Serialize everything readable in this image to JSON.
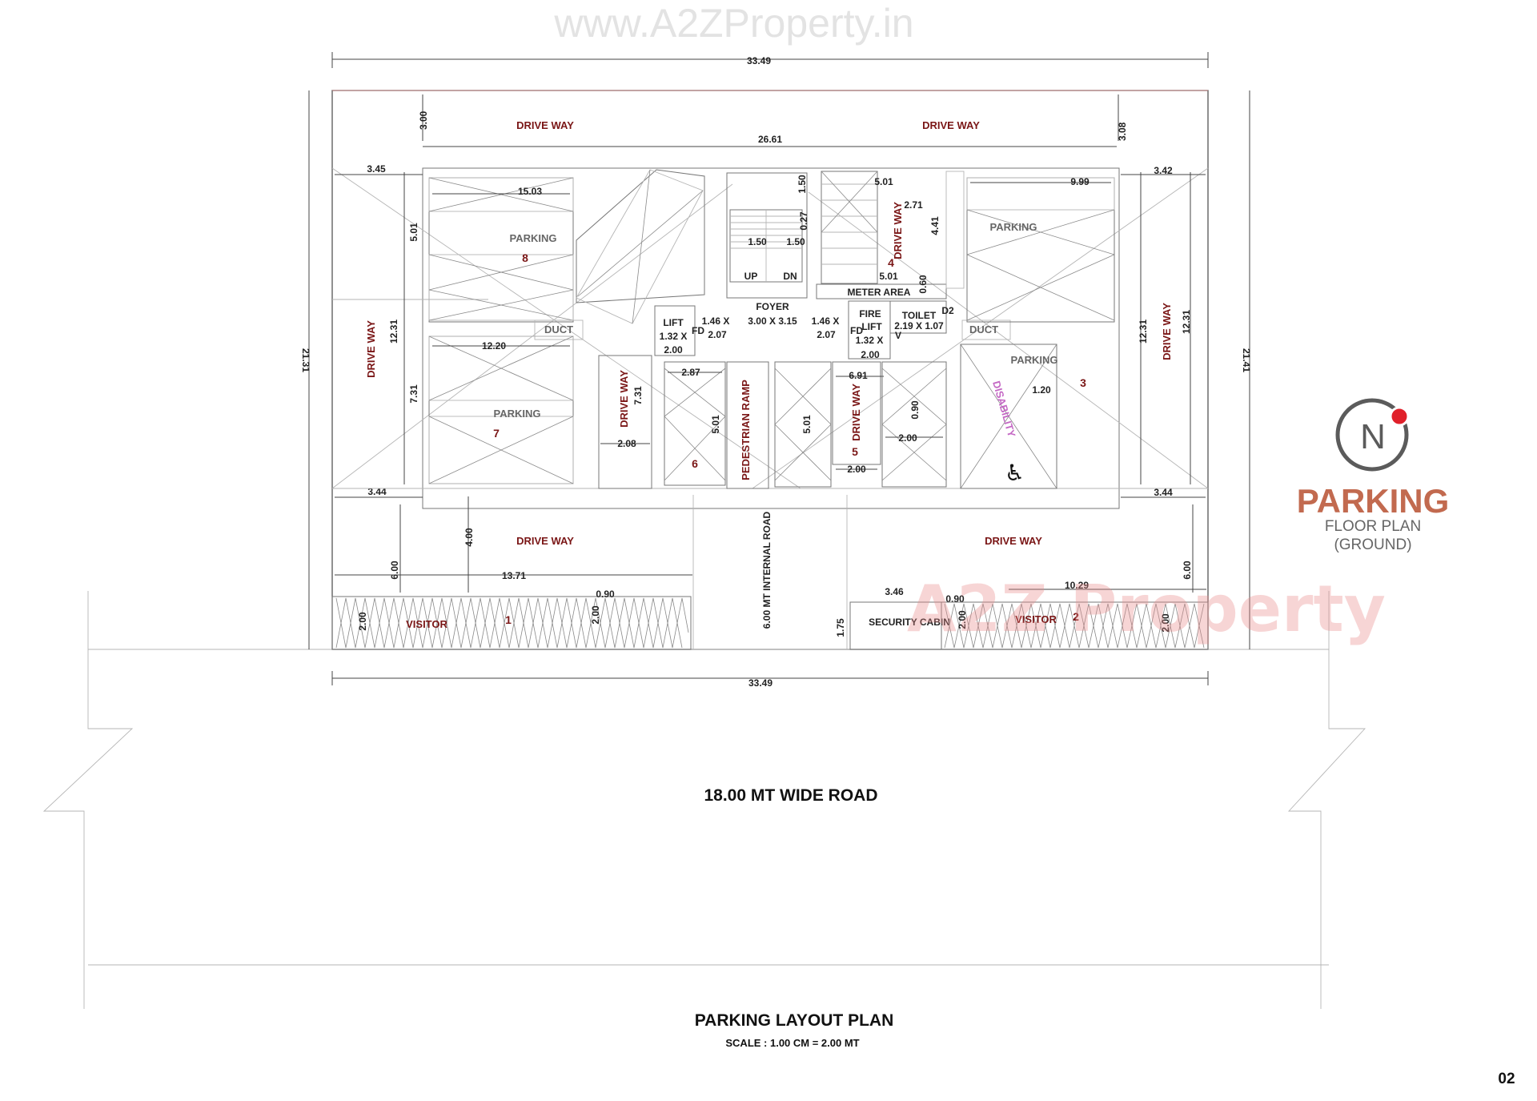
{
  "watermark_top": "www.A2ZProperty.in",
  "watermark_logo": "A2Z Property",
  "badge": {
    "letter": "N",
    "title": "PARKING",
    "subtitle1": "FLOOR PLAN",
    "subtitle2": "(GROUND)",
    "accent": "#c26a4f",
    "dot": "#e0202a"
  },
  "road": "18.00 MT WIDE ROAD",
  "internal_road": "6.00 MT INTERNAL ROAD",
  "plan_title": "PARKING LAYOUT PLAN",
  "scale": "SCALE : 1.00 CM = 2.00 MT",
  "page_number": "02",
  "labels": {
    "drive_way": "DRIVE WAY",
    "parking": "PARKING",
    "duct": "DUCT",
    "visitor": "VISITOR",
    "security_cabin": "SECURITY CABIN",
    "disability": "DISABILITY",
    "pedestrian_ramp": "PEDESTRIAN RAMP",
    "meter_area": "METER AREA",
    "foyer": "FOYER",
    "foyer_size": "3.00 X 3.15",
    "lift": "LIFT",
    "lift_size_a": "1.32 X",
    "lift_size_b": "2.00",
    "fire": "FIRE",
    "fire_lift": "LIFT",
    "toilet": "TOILET",
    "toilet_size": "2.19 X 1.07",
    "fd": "FD",
    "d2": "D2",
    "v": "V",
    "up": "UP",
    "dn": "DN",
    "lobby_a": "1.46 X",
    "lobby_b": "2.07"
  },
  "slot_numbers": [
    "1",
    "2",
    "3",
    "4",
    "5",
    "6",
    "7",
    "8"
  ],
  "dimensions": {
    "top_width": "33.49",
    "bottom_width": "33.49",
    "inner_width": "26.61",
    "left_height": "21.31",
    "right_height": "21.41",
    "top_left_drive": "3.00",
    "top_right_drive": "3.08",
    "left_offset": "3.45",
    "right_offset": "3.42",
    "left_offset_bottom": "3.44",
    "right_offset_bottom": "3.44",
    "p8_len": "15.03",
    "p7_len": "12.20",
    "p3_len": "9.99",
    "slot_5_01": "5.01",
    "left_12_31": "12.31",
    "right_12_31": "12.31",
    "left_7_31": "7.31",
    "mid_7_31": "7.31",
    "stair_1_50": "1.50",
    "stair_0_27": "0.27",
    "dw_2_71": "2.71",
    "dw_4_41": "4.41",
    "meter_0_60": "0.60",
    "d_2_87": "2.87",
    "d_2_08": "2.08",
    "d_6_91": "6.91",
    "d_0_90": "0.90",
    "d_2_00": "2.00",
    "d_1_20": "1.20",
    "front_4_00": "4.00",
    "front_6_00": "6.00",
    "v1_len": "13.71",
    "v2_len": "10.29",
    "cabin_w": "3.46",
    "cabin_h": "1.75"
  }
}
